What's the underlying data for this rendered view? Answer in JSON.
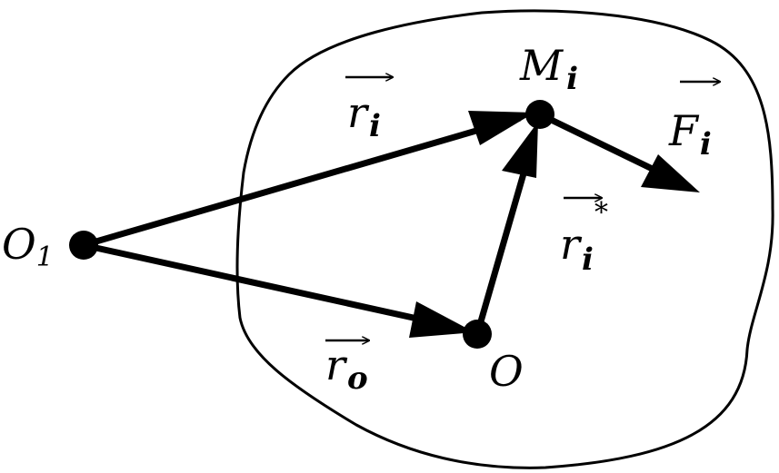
{
  "colors": {
    "stroke": "#000000",
    "background": "#ffffff"
  },
  "labels": {
    "o1": {
      "main": "O",
      "sub": "1"
    },
    "o": {
      "main": "O"
    },
    "mi": {
      "main": "M",
      "sub": "i"
    },
    "ri": {
      "main": "r",
      "sub": "i"
    },
    "ro": {
      "main": "r",
      "sub": "o"
    },
    "ri_star": {
      "main": "r",
      "sub": "i",
      "sup": "*"
    },
    "fi": {
      "main": "F",
      "sub": "i"
    }
  }
}
